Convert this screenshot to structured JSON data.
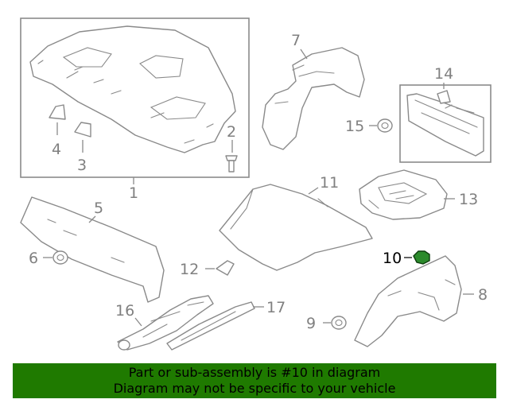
{
  "diagram": {
    "callouts": [
      {
        "id": "c1",
        "text": "1"
      },
      {
        "id": "c2",
        "text": "2"
      },
      {
        "id": "c3",
        "text": "3"
      },
      {
        "id": "c4",
        "text": "4"
      },
      {
        "id": "c5",
        "text": "5"
      },
      {
        "id": "c6",
        "text": "6"
      },
      {
        "id": "c7",
        "text": "7"
      },
      {
        "id": "c8",
        "text": "8"
      },
      {
        "id": "c9",
        "text": "9"
      },
      {
        "id": "c10",
        "text": "10"
      },
      {
        "id": "c11",
        "text": "11"
      },
      {
        "id": "c12",
        "text": "12"
      },
      {
        "id": "c13",
        "text": "13"
      },
      {
        "id": "c14",
        "text": "14"
      },
      {
        "id": "c15",
        "text": "15"
      },
      {
        "id": "c16",
        "text": "16"
      },
      {
        "id": "c17",
        "text": "17"
      }
    ],
    "highlighted_part": "10",
    "highlight_color": "#2b8a2b"
  },
  "banner": {
    "line1": "Part or sub-assembly is #10 in diagram",
    "line2": "Diagram may not be specific to your vehicle",
    "background": "#1f7a00"
  }
}
